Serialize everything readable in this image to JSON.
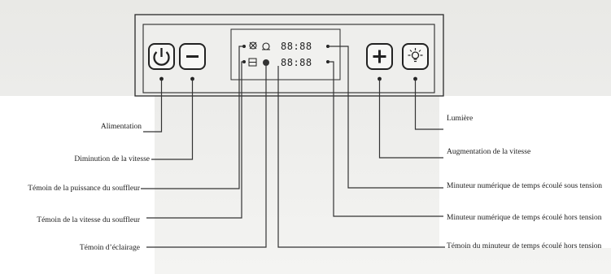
{
  "labels_left": [
    "Alimentation",
    "Diminution de la vitesse",
    "Témoin de la puissance du souffleur",
    "Témoin de la vitesse du souffleur",
    "Témoin d’éclairage"
  ],
  "labels_right": [
    "Lumière",
    "Augmentation de la vitesse",
    "Minuteur numérique de temps écoulé sous tension",
    "Minuteur numérique de temps écoulé hors tension",
    "Témoin du minuteur de temps écoulé hors tension"
  ],
  "panel": {
    "buttons": [
      {
        "name": "power",
        "icon": "power-icon"
      },
      {
        "name": "minus",
        "icon": "minus-icon",
        "symbol": "−"
      },
      {
        "name": "plus",
        "icon": "plus-icon",
        "symbol": "+"
      },
      {
        "name": "light",
        "icon": "light-bulb-icon"
      }
    ],
    "display_digits_row1": "88:88",
    "display_digits_row2": "88:88"
  }
}
